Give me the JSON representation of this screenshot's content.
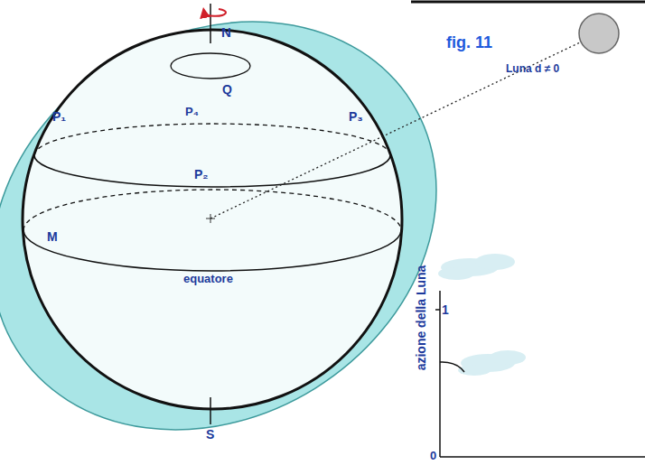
{
  "diagram": {
    "caption": "fig. 11",
    "nodes": [
      {
        "text": [
          "Luna d ≠ 0"
        ]
      }
    ],
    "labels": [
      "N",
      "Q",
      "P₄",
      "P₁",
      "P₃",
      "P₂",
      "M",
      "equatore",
      "S",
      "azione della Luna",
      "1",
      "0"
    ]
  }
}
